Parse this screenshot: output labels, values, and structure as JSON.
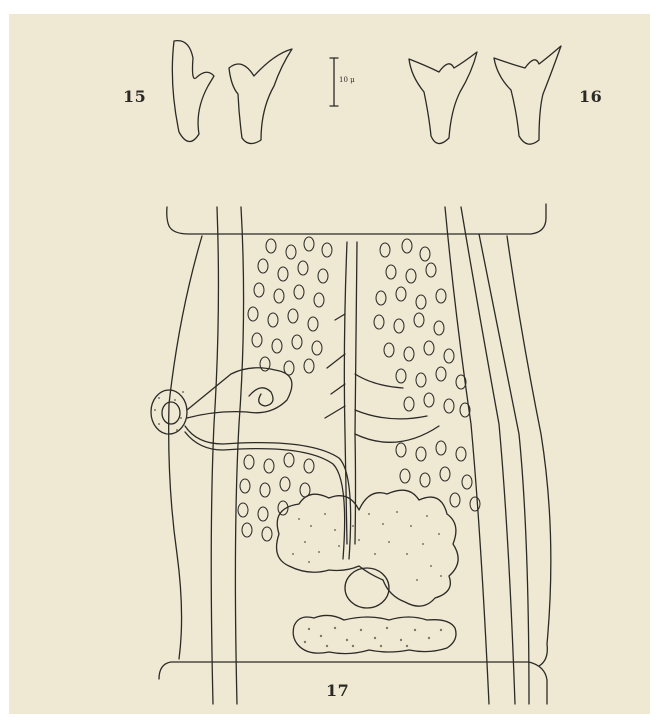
{
  "figure_labels": {
    "fig15": "15",
    "fig16": "16",
    "fig17": "17"
  },
  "scale_bar": {
    "label": "10 μ"
  },
  "colors": {
    "paper": "#efe9d4",
    "ink": "#2b2a26",
    "stipple": "#7a776d"
  }
}
